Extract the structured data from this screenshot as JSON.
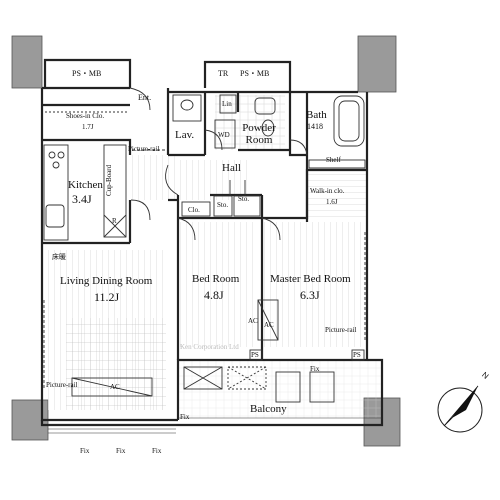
{
  "rooms": {
    "ldk": {
      "name": "Living Dining Room",
      "size": "11.2J",
      "flooring_mark": "床暖"
    },
    "kitchen": {
      "name": "Kitchen",
      "size": "3.4J"
    },
    "bed": {
      "name": "Bed Room",
      "size": "4.8J"
    },
    "master": {
      "name": "Master Bed Room",
      "size": "6.3J"
    },
    "bath": {
      "name": "Bath",
      "size": "1418"
    },
    "powder": {
      "name": "Powder Room"
    },
    "hall": {
      "name": "Hall"
    },
    "walkin": {
      "name": "Walk-in clo.",
      "size": "1.6J"
    },
    "shoes": {
      "name": "Shoes-in Clo.",
      "size": "1.7J"
    },
    "balcony": {
      "name": "Balcony"
    },
    "entrance": {
      "name": "Ent."
    }
  },
  "labels": {
    "ps_mb_left": "PS・MB",
    "ps_mb_right": "PS・MB",
    "tr": "TR",
    "lin": "Lin",
    "lav": "Lav.",
    "wd": "WD",
    "shelf": "Shelf",
    "picture_rail_top": "Picture-rail",
    "picture_rail_ldk": "Picture-rail",
    "picture_rail_master": "Picture-rail",
    "cup_board": "Cup-Board",
    "r": "R",
    "clo": "Clo.",
    "sto1": "Sto.",
    "sto2": "Sto.",
    "ac_ldk": "AC",
    "ac_bed": "AC",
    "ac_master": "AC",
    "ps1": "PS",
    "ps2": "PS",
    "fix_bal_left": "Fix",
    "fix_bal_right": "Fix",
    "fix_bottom": [
      "Fix",
      "Fix",
      "Fix"
    ],
    "compass_n": "N",
    "watermark": "Ken Corporation Ltd"
  },
  "colors": {
    "wall": "#222222",
    "column": "#9a9a9a",
    "wood_lines": "#c9c9c9",
    "hatch": "#d0d0d0"
  }
}
